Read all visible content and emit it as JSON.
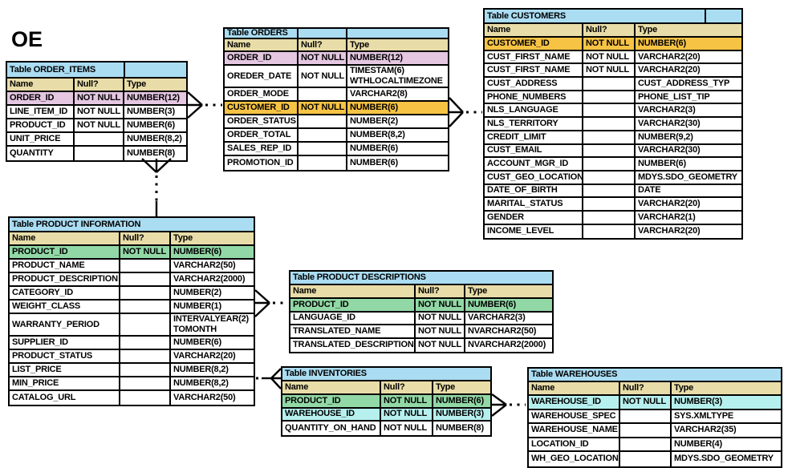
{
  "page_title": "OE",
  "colors": {
    "header_blue": "#aadcf2",
    "header_tan": "#e8dca8",
    "pink": "#e5c7e2",
    "orange": "#f7c344",
    "green": "#92d8a6",
    "cyan": "#b6f0ee",
    "white": "#ffffff"
  },
  "column_headers": {
    "name": "Name",
    "null": "Null?",
    "type": "Type"
  },
  "tables": {
    "order_items": {
      "title": "Table ORDER_ITEMS",
      "rows": [
        {
          "name": "ORDER_ID",
          "null": "NOT NULL",
          "type": "NUMBER(12)",
          "color": "pink"
        },
        {
          "name": "LINE_ITEM_ID",
          "null": "NOT NULL",
          "type": "NUMBER(3)"
        },
        {
          "name": "PRODUCT_ID",
          "null": "NOT NULL",
          "type": "NUMBER(6)"
        },
        {
          "name": "UNIT_PRICE",
          "null": "",
          "type": "NUMBER(8,2)"
        },
        {
          "name": "QUANTITY",
          "null": "",
          "type": "NUMBER(8)"
        }
      ]
    },
    "orders": {
      "title": "Table ORDERS",
      "rows": [
        {
          "name": "ORDER_ID",
          "null": "NOT NULL",
          "type": "NUMBER(12)",
          "color": "pink"
        },
        {
          "name": "OREDER_DATE",
          "null": "NOT NULL",
          "type": [
            "TIMESTAM(6)",
            "WTHLOCALTIMEZONE"
          ]
        },
        {
          "name": "ORDER_MODE",
          "null": "",
          "type": "VARCHAR2(8)"
        },
        {
          "name": "CUSTOMER_ID",
          "null": "NOT NULL",
          "type": "NUMBER(6)",
          "color": "orange"
        },
        {
          "name": "ORDER_STATUS",
          "null": "",
          "type": "NUMBER(2)"
        },
        {
          "name": "ORDER_TOTAL",
          "null": "",
          "type": "NUMBER(8,2)"
        },
        {
          "name": "SALES_REP_ID",
          "null": "",
          "type": "NUMBER(6)"
        },
        {
          "name": "PROMOTION_ID",
          "null": "",
          "type": "NUMBER(6)"
        }
      ]
    },
    "customers": {
      "title": "Table CUSTOMERS",
      "rows": [
        {
          "name": "CUSTOMER_ID",
          "null": "NOT NULL",
          "type": "NUMBER(6)",
          "color": "orange"
        },
        {
          "name": "CUST_FIRST_NAME",
          "null": "NOT NULL",
          "type": "VARCHAR2(20)"
        },
        {
          "name": "CUST_FIRST_NAME",
          "null": "NOT NULL",
          "type": "VARCHAR2(20)"
        },
        {
          "name": "CUST_ADDRESS",
          "null": "",
          "type": "CUST_ADDRESS_TYP"
        },
        {
          "name": "PHONE_NUMBERS",
          "null": "",
          "type": "PHONE_LIST_TIP"
        },
        {
          "name": "NLS_LANGUAGE",
          "null": "",
          "type": "VARCHAR2(3)"
        },
        {
          "name": "NLS_TERRITORY",
          "null": "",
          "type": "VARCHAR2(30)"
        },
        {
          "name": "CREDIT_LIMIT",
          "null": "",
          "type": "NUMBER(9,2)"
        },
        {
          "name": "CUST_EMAIL",
          "null": "",
          "type": "VARCHAR2(30)"
        },
        {
          "name": "ACCOUNT_MGR_ID",
          "null": "",
          "type": "NUMBER(6)"
        },
        {
          "name": "CUST_GEO_LOCATION",
          "null": "",
          "type": "MDYS.SDO_GEOMETRY"
        },
        {
          "name": "DATE_OF_BIRTH",
          "null": "",
          "type": "DATE"
        },
        {
          "name": "MARITAL_STATUS",
          "null": "",
          "type": "VARCHAR2(20)"
        },
        {
          "name": "GENDER",
          "null": "",
          "type": "VARCHAR2(1)"
        },
        {
          "name": "INCOME_LEVEL",
          "null": "",
          "type": "VARCHAR2(20)"
        }
      ]
    },
    "product_information": {
      "title": "Table PRODUCT INFORMATION",
      "rows": [
        {
          "name": "PRODUCT_ID",
          "null": "NOT NULL",
          "type": "NUMBER(6)",
          "color": "green"
        },
        {
          "name": "PRODUCT_NAME",
          "null": "",
          "type": "VARCHAR2(50)"
        },
        {
          "name": "PRODUCT_DESCRIPTION",
          "null": "",
          "type": "VARCHAR2(2000)"
        },
        {
          "name": "CATEGORY_ID",
          "null": "",
          "type": "NUMBER(2)"
        },
        {
          "name": "WEIGHT_CLASS",
          "null": "",
          "type": "NUMBER(1)"
        },
        {
          "name": "WARRANTY_PERIOD",
          "null": "",
          "type": [
            "INTERVALYEAR(2)",
            "TOMONTH"
          ]
        },
        {
          "name": "SUPPLIER_ID",
          "null": "",
          "type": "NUMBER(6)"
        },
        {
          "name": "PRODUCT_STATUS",
          "null": "",
          "type": "VARCHAR2(20)"
        },
        {
          "name": "LIST_PRICE",
          "null": "",
          "type": "NUMBER(8,2)"
        },
        {
          "name": "MIN_PRICE",
          "null": "",
          "type": "NUMBER(8,2)"
        },
        {
          "name": "CATALOG_URL",
          "null": "",
          "type": "VARCHAR2(50)"
        }
      ]
    },
    "product_descriptions": {
      "title": "Table PRODUCT DESCRIPTIONS",
      "rows": [
        {
          "name": "PRODUCT_ID",
          "null": "NOT NULL",
          "type": "NUMBER(6)",
          "color": "green"
        },
        {
          "name": "LANGUAGE_ID",
          "null": "NOT NULL",
          "type": "VARCHAR2(3)"
        },
        {
          "name": "TRANSLATED_NAME",
          "null": "NOT NULL",
          "type": "NVARCHAR2(50)"
        },
        {
          "name": "TRANSLATED_DESCRIPTION",
          "null": "NOT NULL",
          "type": "NVARCHAR2(2000)"
        }
      ]
    },
    "inventories": {
      "title": "Table INVENTORIES",
      "rows": [
        {
          "name": "PRODUCT_ID",
          "null": "NOT NULL",
          "type": "NUMBER(6)",
          "color": "green"
        },
        {
          "name": "WAREHOUSE_ID",
          "null": "NOT NULL",
          "type": "NUMBER(3)",
          "color": "cyan"
        },
        {
          "name": "QUANTITY_ON_HAND",
          "null": "NOT NULL",
          "type": "NUMBER(8)"
        }
      ]
    },
    "warehouses": {
      "title": "Table WAREHOUSES",
      "rows": [
        {
          "name": "WAREHOUSE_ID",
          "null": "NOT NULL",
          "type": "NUMBER(3)",
          "color": "cyan"
        },
        {
          "name": "WAREHOUSE_SPEC",
          "null": "",
          "type": "SYS.XMLTYPE"
        },
        {
          "name": "WAREHOUSE_NAME",
          "null": "",
          "type": "VARCHAR2(35)"
        },
        {
          "name": "LOCATION_ID",
          "null": "",
          "type": "NUMBER(4)"
        },
        {
          "name": "WH_GEO_LOCATION",
          "null": "",
          "type": "MDYS.SDO_GEOMETRY"
        }
      ]
    }
  },
  "relationships": [
    {
      "from": "ORDER_ITEMS",
      "to": "ORDERS",
      "many_side": "ORDER_ITEMS",
      "line": "dotted-crow-foot"
    },
    {
      "from": "ORDERS",
      "to": "CUSTOMERS",
      "many_side": "ORDERS",
      "line": "dotted-crow-foot"
    },
    {
      "from": "ORDER_ITEMS",
      "to": "PRODUCT INFORMATION",
      "many_side": "ORDER_ITEMS",
      "line": "dotted-crow-foot"
    },
    {
      "from": "PRODUCT INFORMATION",
      "to": "PRODUCT DESCRIPTIONS",
      "many_side": "PRODUCT INFORMATION",
      "line": "dotted-crow-foot"
    },
    {
      "from": "PRODUCT INFORMATION",
      "to": "INVENTORIES",
      "many_side": "INVENTORIES",
      "line": "dotted-crow-foot"
    },
    {
      "from": "INVENTORIES",
      "to": "WAREHOUSES",
      "many_side": "INVENTORIES",
      "line": "dotted-crow-foot"
    }
  ]
}
